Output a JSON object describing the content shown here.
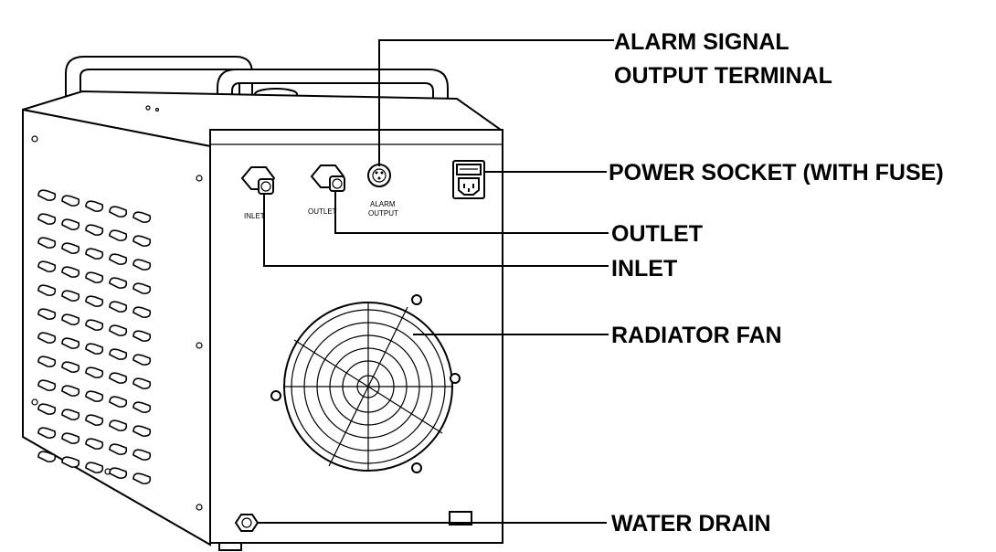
{
  "callouts": {
    "alarm_line1": "ALARM SIGNAL",
    "alarm_line2": "OUTPUT TERMINAL",
    "power_socket": "POWER SOCKET (WITH FUSE)",
    "outlet": "OUTLET",
    "inlet": "INLET",
    "radiator_fan": "RADIATOR FAN",
    "water_drain": "WATER DRAIN"
  },
  "panel_labels": {
    "inlet": "INLET",
    "outlet": "OUTLET",
    "alarm_line1": "ALARM",
    "alarm_line2": "OUTPUT"
  }
}
